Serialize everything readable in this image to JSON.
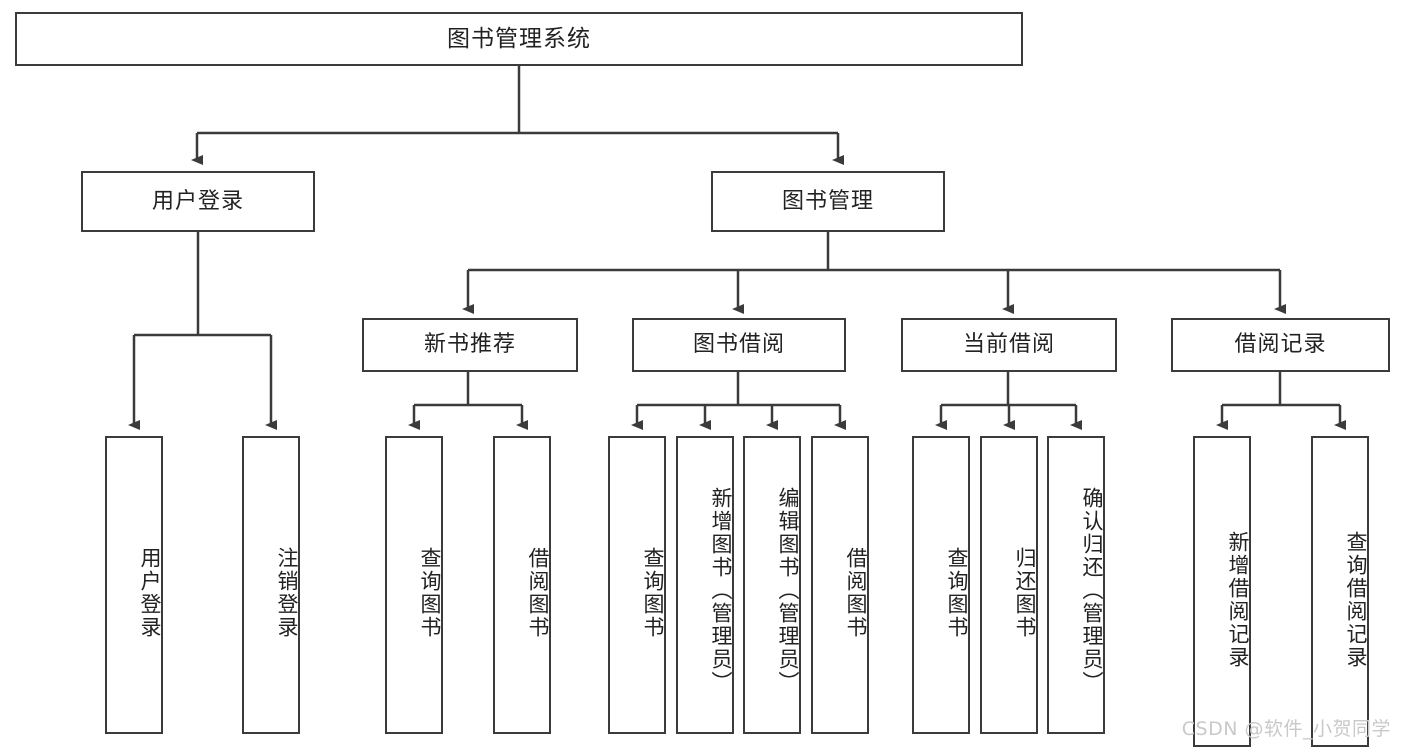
{
  "diagram": {
    "title": "图书管理系统",
    "type": "tree-hierarchy",
    "root": {
      "label": "图书管理系统"
    },
    "level2": [
      {
        "label": "用户登录"
      },
      {
        "label": "图书管理"
      }
    ],
    "level3": [
      {
        "label": "新书推荐"
      },
      {
        "label": "图书借阅"
      },
      {
        "label": "当前借阅"
      },
      {
        "label": "借阅记录"
      }
    ],
    "leaves": {
      "user_login": [
        {
          "label": "用户登录"
        },
        {
          "label": "注销登录"
        }
      ],
      "new_book_recommend": [
        {
          "label": "查询图书"
        },
        {
          "label": "借阅图书"
        }
      ],
      "book_borrow": [
        {
          "label": "查询图书"
        },
        {
          "label": "新增图书（管理员）"
        },
        {
          "label": "编辑图书（管理员）"
        },
        {
          "label": "借阅图书"
        }
      ],
      "current_borrow": [
        {
          "label": "查询图书"
        },
        {
          "label": "归还图书"
        },
        {
          "label": "确认归还（管理员）"
        }
      ],
      "borrow_record": [
        {
          "label": "新增借阅记录"
        },
        {
          "label": "查询借阅记录"
        }
      ]
    }
  },
  "watermark": {
    "text": "CSDN @软件_小贺同学"
  },
  "colors": {
    "stroke": "#3b3b3b",
    "fill": "#ffffff",
    "text": "#222222",
    "watermark": "#c9c9c9"
  }
}
